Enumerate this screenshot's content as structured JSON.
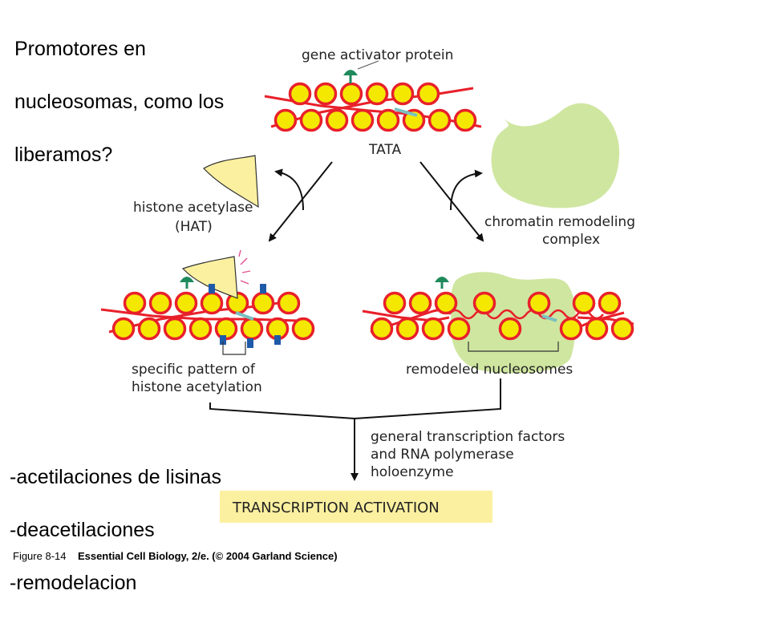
{
  "slide": {
    "title_lines": [
      "Promotores en",
      "nucleosomas, como los",
      "liberamos?"
    ],
    "bullets": [
      "-acetilaciones de lisinas",
      "-deacetilaciones",
      "-remodelacion"
    ]
  },
  "diagram": {
    "labels": {
      "gene_activator": "gene activator protein",
      "tata": "TATA",
      "hat_line1": "histone acetylase",
      "hat_line2": "(HAT)",
      "remodel_line1": "chromatin remodeling",
      "remodel_line2": "complex",
      "acetyl_line1": "specific pattern of",
      "acetyl_line2": "histone acetylation",
      "remodeled": "remodeled nucleosomes",
      "gtf_line1": "general transcription factors",
      "gtf_line2": "and RNA polymerase",
      "gtf_line3": "holoenzyme",
      "result": "TRANSCRIPTION ACTIVATION"
    },
    "colors": {
      "nucleosome_fill": "#f5e800",
      "nucleosome_ring": "#e8202a",
      "dna": "#e8202a",
      "activator": "#1f8a5c",
      "hat": "#fbf0a0",
      "remodeling_complex": "#cfe6a0",
      "acetyl_mark": "#1e5aa8",
      "result_box": "#fbf0a0"
    }
  },
  "caption": {
    "figure": "Figure 8-14",
    "source": "Essential Cell Biology, 2/e. (© 2004 Garland Science)"
  }
}
